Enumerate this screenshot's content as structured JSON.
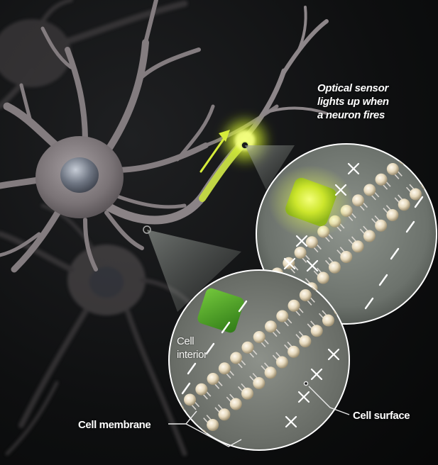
{
  "labels": {
    "optical_sensor": [
      "Optical sensor",
      "lights up when",
      "a neuron fires"
    ],
    "cell_interior": [
      "Cell",
      "interior"
    ],
    "cell_membrane": "Cell membrane",
    "cell_surface": "Cell surface"
  },
  "colors": {
    "background": "#0e0f10",
    "neuron": "#8a8386",
    "signal_glow": "#e6f53a",
    "inactive_sensor": "#4fa62a",
    "lipid_head": "#e8dcc0",
    "label_text": "#ffffff"
  },
  "icons": {
    "charge_positive": "plus-sign",
    "charge_negative": "minus-sign",
    "signal_arrow": "arrow-up-right"
  }
}
